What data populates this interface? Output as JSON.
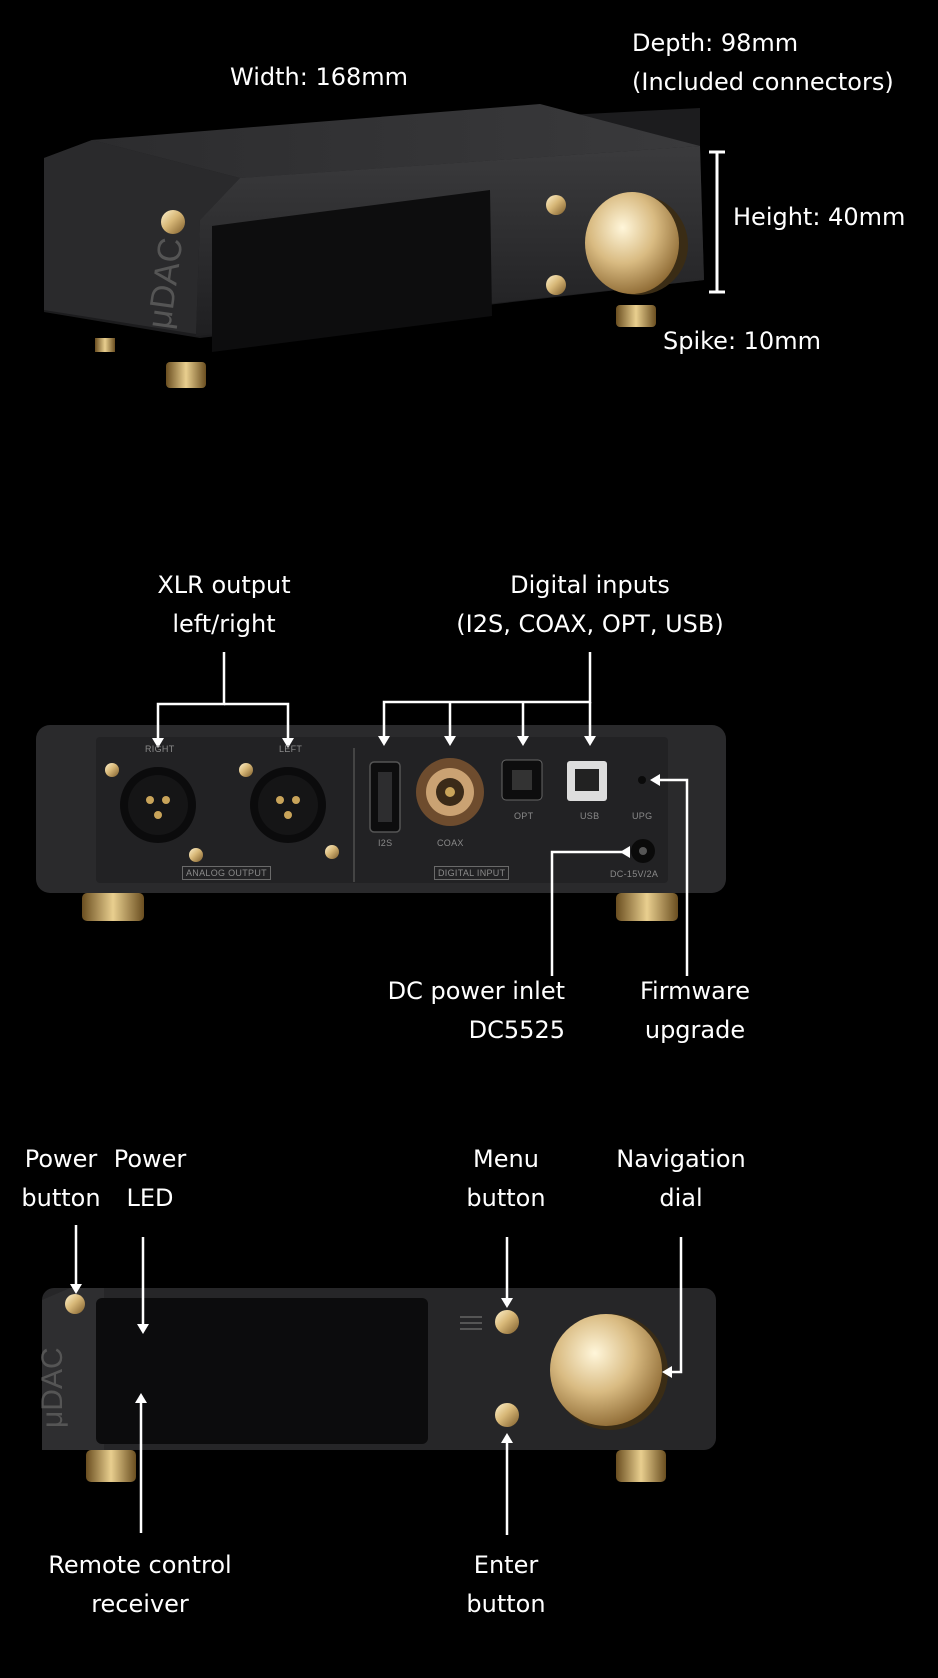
{
  "section_top": {
    "width_label": "Width: 168mm",
    "depth_label_1": "Depth: 98mm",
    "depth_label_2": "(Included connectors)",
    "height_label": "Height: 40mm",
    "spike_label": "Spike: 10mm",
    "device_brand": "μDAC"
  },
  "section_rear": {
    "xlr_label_1": "XLR output",
    "xlr_label_2": "left/right",
    "digital_label_1": "Digital inputs",
    "digital_label_2": "(I2S, COAX, OPT, USB)",
    "dc_label_1": "DC power inlet",
    "dc_label_2": "DC5525",
    "fw_label_1": "Firmware",
    "fw_label_2": "upgrade",
    "panel": {
      "right": "RIGHT",
      "left": "LEFT",
      "analog_output": "ANALOG OUTPUT",
      "i2s": "I2S",
      "coax": "COAX",
      "opt": "OPT",
      "usb": "USB",
      "upg": "UPG",
      "digital_input": "DIGITAL INPUT",
      "dc": "DC-15V/2A"
    }
  },
  "section_front": {
    "power_button_1": "Power",
    "power_button_2": "button",
    "power_led_1": "Power",
    "power_led_2": "LED",
    "menu_1": "Menu",
    "menu_2": "button",
    "nav_1": "Navigation",
    "nav_2": "dial",
    "remote_1": "Remote control",
    "remote_2": "receiver",
    "enter_1": "Enter",
    "enter_2": "button",
    "device_brand": "μDAC"
  }
}
